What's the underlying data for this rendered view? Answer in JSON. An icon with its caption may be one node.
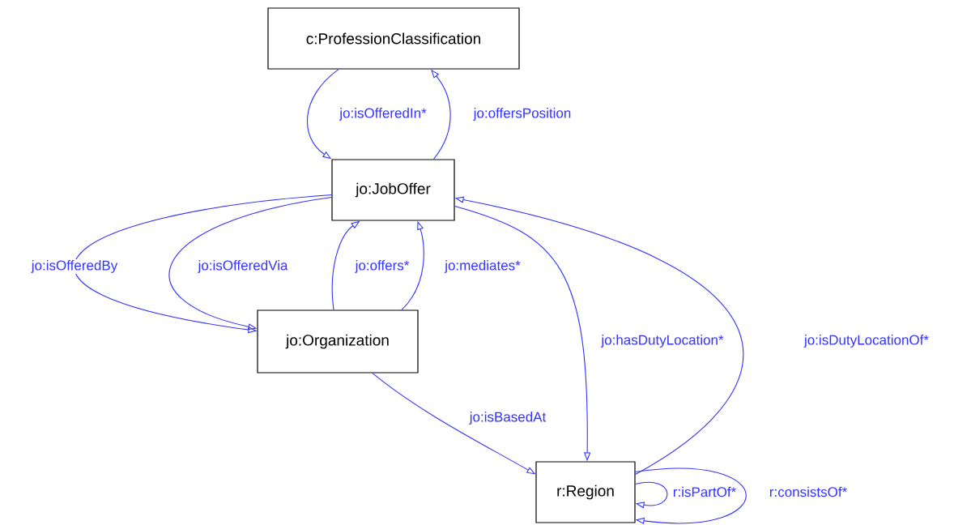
{
  "diagram": {
    "nodes": [
      {
        "text": [
          "c:ProfessionClassification"
        ]
      },
      {
        "text": [
          "jo:JobOffer"
        ]
      },
      {
        "text": [
          "jo:Organization"
        ]
      },
      {
        "text": [
          "r:Region"
        ]
      }
    ],
    "edges": [
      {
        "from": 0,
        "to": 1,
        "arrow": "to",
        "label": "jo:isOfferedIn*"
      },
      {
        "from": 1,
        "to": 0,
        "arrow": "to",
        "label": "jo:offersPosition"
      },
      {
        "from": 1,
        "to": 2,
        "arrow": "to",
        "label": "jo:isOfferedBy"
      },
      {
        "from": 1,
        "to": 2,
        "arrow": "to",
        "label": "jo:isOfferedVia"
      },
      {
        "from": 2,
        "to": 1,
        "arrow": "to",
        "label": "jo:offers*"
      },
      {
        "from": 2,
        "to": 1,
        "arrow": "to",
        "label": "jo:mediates*"
      },
      {
        "from": 1,
        "to": 3,
        "arrow": "to",
        "label": "jo:hasDutyLocation*"
      },
      {
        "from": 3,
        "to": 1,
        "arrow": "to",
        "label": "jo:isDutyLocationOf*"
      },
      {
        "from": 2,
        "to": 3,
        "arrow": "to",
        "label": "jo:isBasedAt"
      },
      {
        "from": 3,
        "to": 3,
        "arrow": "to",
        "label": "r:isPartOf*"
      },
      {
        "from": 3,
        "to": 3,
        "arrow": "to",
        "label": "r:consistsOf*"
      }
    ]
  }
}
